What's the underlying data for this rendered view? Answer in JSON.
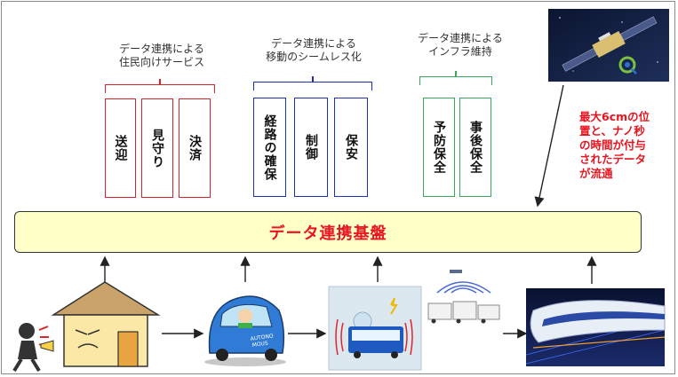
{
  "groups": [
    {
      "label_lines": [
        "データ連携による",
        "住民向けサービス"
      ],
      "items": [
        "送迎",
        "見守り",
        "決済"
      ]
    },
    {
      "label_lines": [
        "データ連携による",
        "移動のシームレス化"
      ],
      "items": [
        "経路の確保",
        "制御",
        "保安"
      ]
    },
    {
      "label_lines": [
        "データ連携による",
        "インフラ維持"
      ],
      "items": [
        "予防保全",
        "事後保全"
      ]
    }
  ],
  "platform": {
    "label": "データ連携基盤"
  },
  "satellite_note": {
    "lines": [
      "最大6cmの位",
      "置と、ナノ秒",
      "の時間が付与",
      "されたデータ",
      "が流通"
    ]
  },
  "car": {
    "body_text_line1": "AUTONO",
    "body_text_line2": "MOUS"
  },
  "colors": {
    "red": "#d8232a",
    "blue": "#1f2fb4",
    "green": "#3aa85a",
    "platform_fill": "#ffffc8",
    "highlight": "#e8141f"
  }
}
